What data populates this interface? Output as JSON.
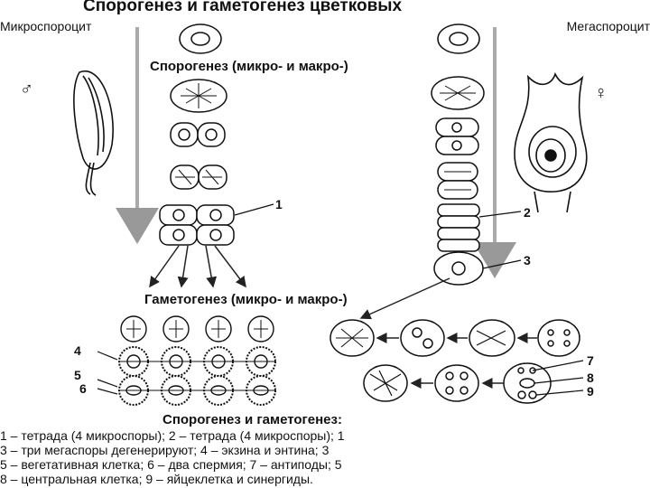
{
  "title": "Спорогенез и гаметогенез цветковых",
  "micro_label": "Микроспороцит",
  "mega_label": "Мегаспороцит",
  "sporogenesis_heading": "Спорогенез (микро- и макро-)",
  "gametogenesis_heading": "Гаметогенез (микро- и макро-)",
  "legend_heading": "Спорогенез и гаметогенез:",
  "male_symbol": "♂",
  "female_symbol": "♀",
  "numbers": {
    "n1": "1",
    "n2": "2",
    "n3": "3",
    "n4": "4",
    "n5": "5",
    "n6": "6",
    "n7": "7",
    "n8": "8",
    "n9": "9"
  },
  "legend": {
    "line1": "1 – тетрада (4 микроспоры); 2 – тетрада (4 микроспоры); 1",
    "line2": "3 – три мегаспоры дегенерируют; 4 – экзина и энтина; 3",
    "line3": "5 – вегетативная клетка; 6 – два спермия; 7 – антиподы; 5",
    "line4": "8 – центральная клетка; 9 – яйцеклетка и синергиды."
  }
}
